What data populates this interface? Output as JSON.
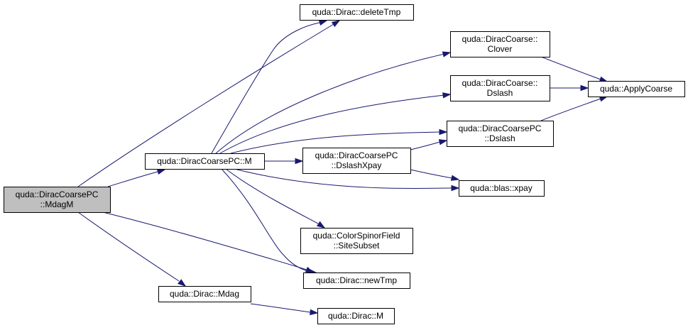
{
  "diagram": {
    "type": "call-graph",
    "edge_color": "#191970",
    "root_fill": "#bfbfbf",
    "nodes": [
      {
        "id": "mdagm",
        "lines": [
          "quda::DiracCoarsePC",
          "::MdagM"
        ],
        "root": true
      },
      {
        "id": "pcM",
        "lines": [
          "quda::DiracCoarsePC::M"
        ]
      },
      {
        "id": "deleteTmp",
        "lines": [
          "quda::Dirac::deleteTmp"
        ]
      },
      {
        "id": "clover",
        "lines": [
          "quda::DiracCoarse::",
          "Clover"
        ]
      },
      {
        "id": "coarseDslash",
        "lines": [
          "quda::DiracCoarse::",
          "Dslash"
        ]
      },
      {
        "id": "applyCoarse",
        "lines": [
          "quda::ApplyCoarse"
        ]
      },
      {
        "id": "pcDslash",
        "lines": [
          "quda::DiracCoarsePC",
          "::Dslash"
        ]
      },
      {
        "id": "dslashXpay",
        "lines": [
          "quda::DiracCoarsePC",
          "::DslashXpay"
        ]
      },
      {
        "id": "xpay",
        "lines": [
          "quda::blas::xpay"
        ]
      },
      {
        "id": "siteSubset",
        "lines": [
          "quda::ColorSpinorField",
          "::SiteSubset"
        ]
      },
      {
        "id": "newTmp",
        "lines": [
          "quda::Dirac::newTmp"
        ]
      },
      {
        "id": "mdag",
        "lines": [
          "quda::Dirac::Mdag"
        ]
      },
      {
        "id": "diracM",
        "lines": [
          "quda::Dirac::M"
        ]
      }
    ],
    "edges": [
      {
        "from": "mdagm",
        "to": "pcM"
      },
      {
        "from": "mdagm",
        "to": "deleteTmp"
      },
      {
        "from": "mdagm",
        "to": "newTmp"
      },
      {
        "from": "mdagm",
        "to": "mdag"
      },
      {
        "from": "pcM",
        "to": "deleteTmp"
      },
      {
        "from": "pcM",
        "to": "clover"
      },
      {
        "from": "pcM",
        "to": "coarseDslash"
      },
      {
        "from": "pcM",
        "to": "pcDslash"
      },
      {
        "from": "pcM",
        "to": "dslashXpay"
      },
      {
        "from": "pcM",
        "to": "xpay"
      },
      {
        "from": "pcM",
        "to": "siteSubset"
      },
      {
        "from": "pcM",
        "to": "newTmp"
      },
      {
        "from": "clover",
        "to": "applyCoarse"
      },
      {
        "from": "coarseDslash",
        "to": "applyCoarse"
      },
      {
        "from": "pcDslash",
        "to": "applyCoarse"
      },
      {
        "from": "dslashXpay",
        "to": "pcDslash"
      },
      {
        "from": "dslashXpay",
        "to": "xpay"
      },
      {
        "from": "mdag",
        "to": "diracM"
      }
    ]
  }
}
